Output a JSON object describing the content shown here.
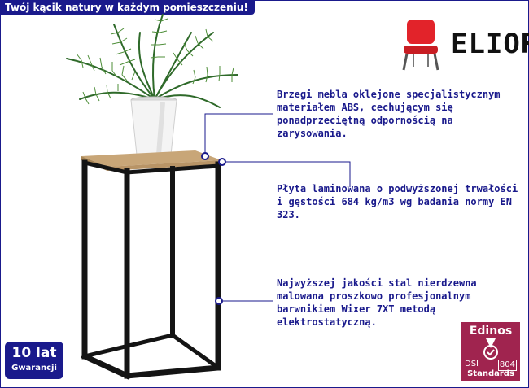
{
  "banner": {
    "text": "Twój kącik natury w każdym pomieszczeniu!"
  },
  "logo": {
    "text": "ELIOR",
    "icon": "red-chair-icon"
  },
  "callouts": [
    {
      "text": "Brzegi mebla oklejone specjalistycznym materiałem ABS, cechującym się ponadprzeciętną odpornością na zarysowania."
    },
    {
      "text": "Płyta laminowana o podwyższonej trwałości i gęstości 684 kg/m3 wg badania normy EN 323."
    },
    {
      "text": "Najwyższej jakości stal nierdzewna malowana proszkowo profesjonalnym barwnikiem Wixer 7XT metodą elektrostatyczną."
    }
  ],
  "warranty": {
    "line1": "10 lat",
    "line2": "Gwarancji"
  },
  "edinos": {
    "brand": "Edinos",
    "dsi": "DSI",
    "num": "804",
    "standards": "Standards"
  },
  "colors": {
    "accent": "#1a1a8c",
    "badge": "#a0244f",
    "chair": "#e2232a",
    "wood": "#c8a678",
    "steel": "#141414"
  }
}
